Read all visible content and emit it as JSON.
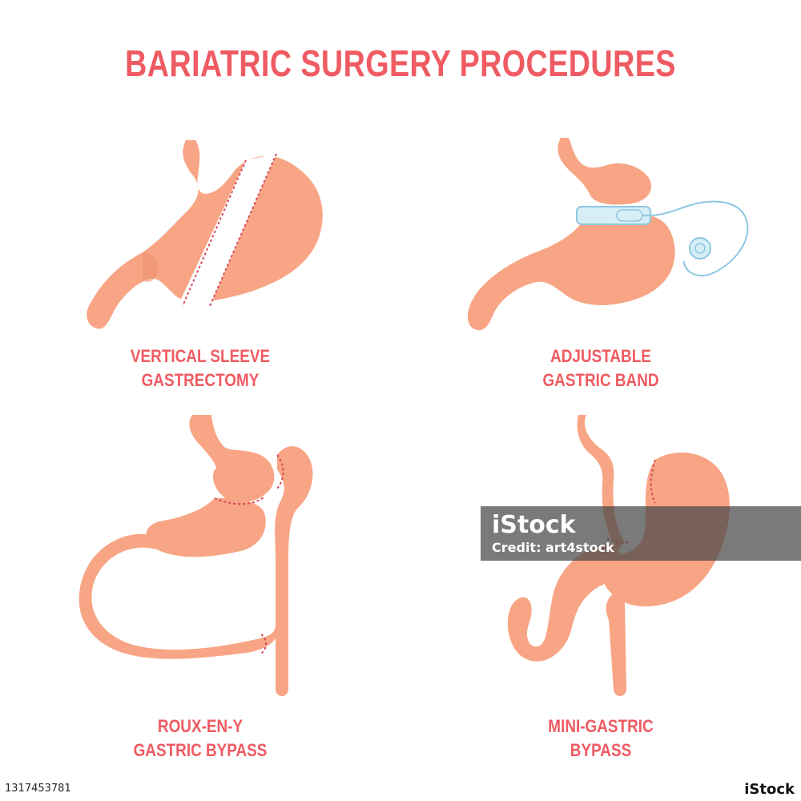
{
  "title": "BARIATRIC SURGERY PROCEDURES",
  "colors": {
    "accent": "#ef5b62",
    "stomach": "#f7a585",
    "stomach_dark": "#ec8f6c",
    "band": "#d8eef7",
    "band_stroke": "#8dc7e0",
    "cut_line": "#d9485a"
  },
  "procedures": [
    {
      "line1": "VERTICAL SLEEVE",
      "line2": "GASTRECTOMY"
    },
    {
      "line1": "ADJUSTABLE",
      "line2": "GASTRIC BAND"
    },
    {
      "line1": "ROUX-EN-Y",
      "line2": "GASTRIC BYPASS"
    },
    {
      "line1": "MINI-GASTRIC",
      "line2": "BYPASS"
    }
  ],
  "watermark": {
    "logo": "iStock",
    "credit": "Credit: art4stock"
  },
  "footer": {
    "image_id": "1317453781",
    "brand": "iStock"
  }
}
